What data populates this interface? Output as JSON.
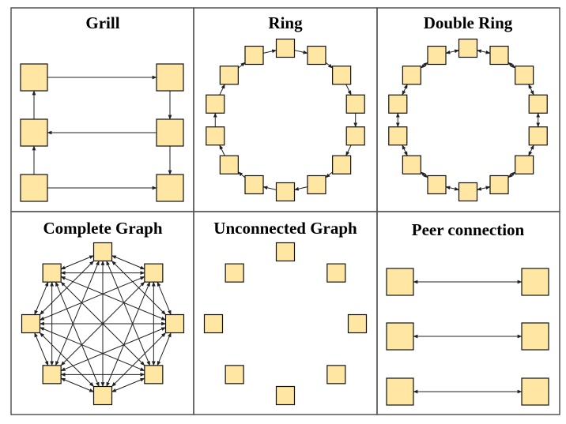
{
  "panels": [
    {
      "id": "grill",
      "title": "Grill"
    },
    {
      "id": "ring",
      "title": "Ring"
    },
    {
      "id": "double-ring",
      "title": "Double Ring"
    },
    {
      "id": "complete-graph",
      "title": "Complete Graph"
    },
    {
      "id": "unconnected-graph",
      "title": "Unconnected Graph"
    },
    {
      "id": "peer-connection",
      "title": "Peer connection"
    }
  ],
  "colors": {
    "node_fill": "#ffe6a3",
    "node_stroke": "#111111",
    "edge": "#222222",
    "border": "#555555"
  }
}
